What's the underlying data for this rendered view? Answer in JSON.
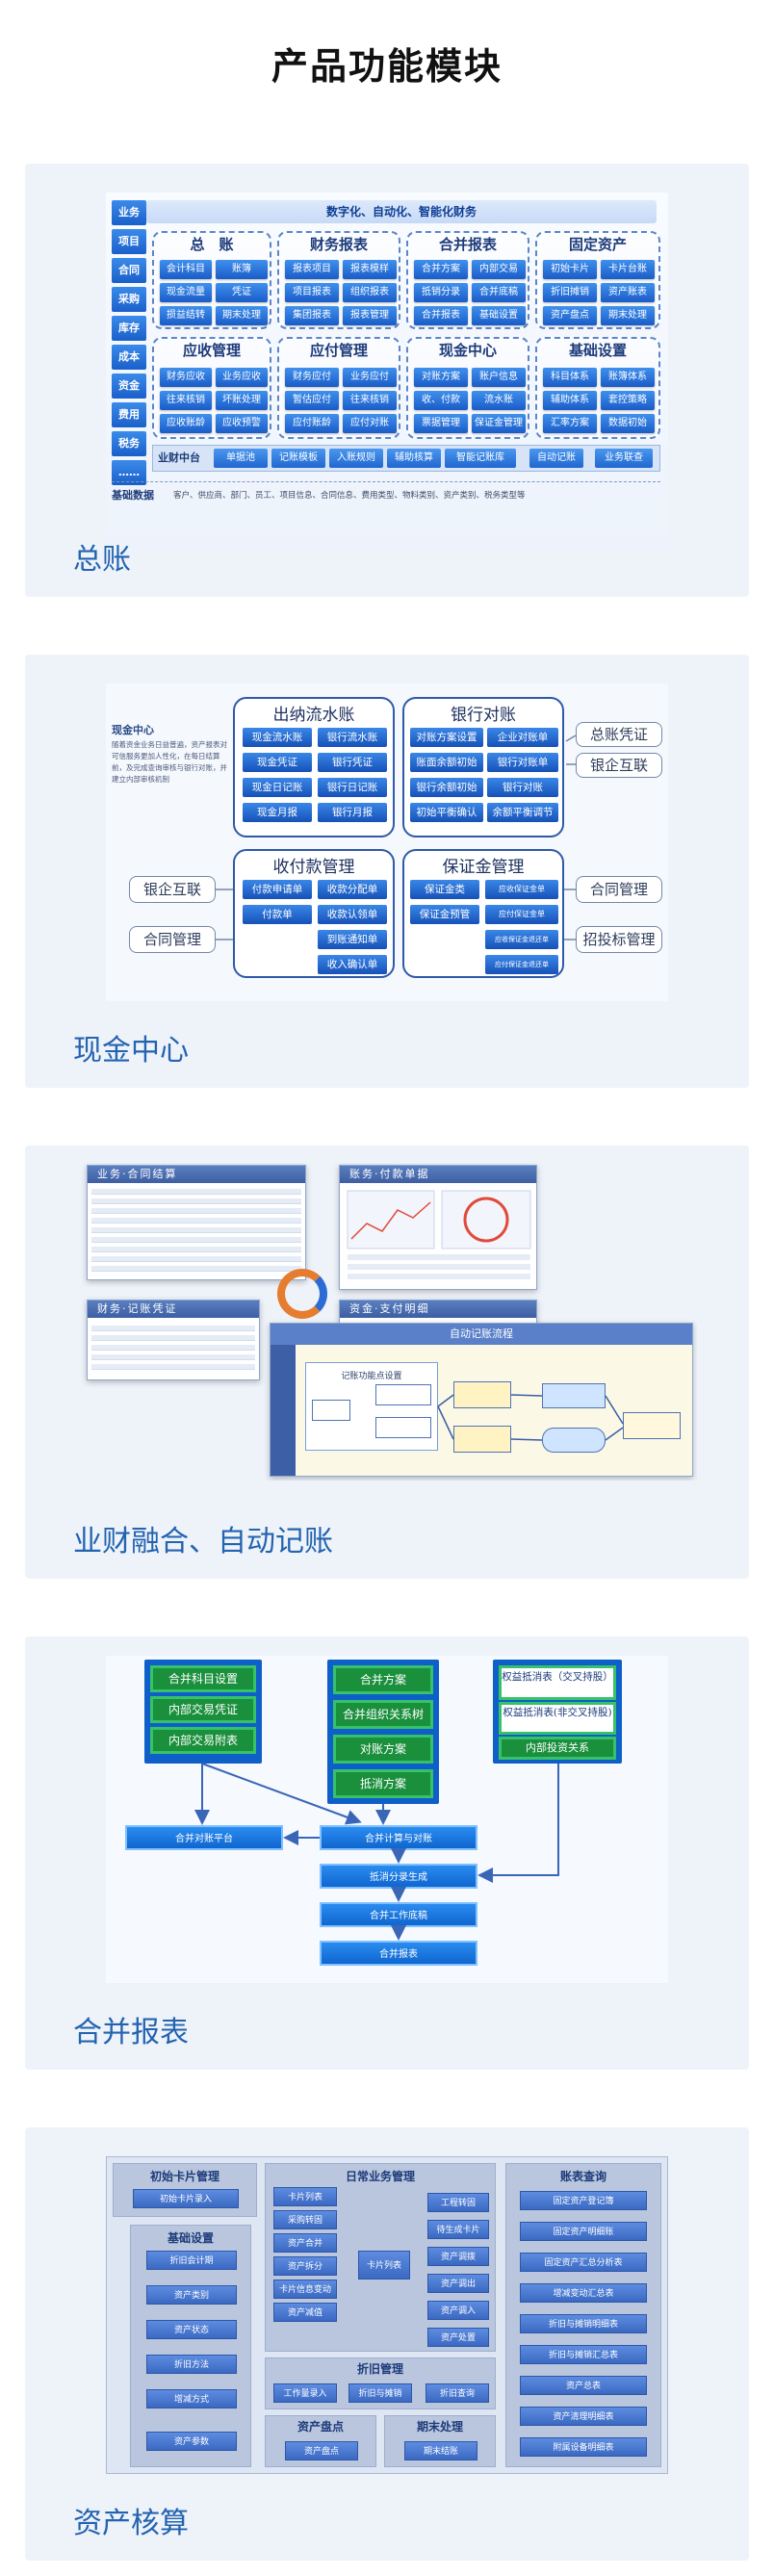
{
  "page": {
    "title": "产品功能模块"
  },
  "sections": [
    {
      "label": "总账"
    },
    {
      "label": "现金中心"
    },
    {
      "label": "业财融合、自动记账"
    },
    {
      "label": "合并报表"
    },
    {
      "label": "资产核算"
    }
  ],
  "gl": {
    "banner": "数字化、自动化、智能化财务",
    "side": [
      "业务",
      "项目",
      "合同",
      "采购",
      "库存",
      "成本",
      "资金",
      "费用",
      "税务",
      "……"
    ],
    "modules": [
      {
        "title": "总　账",
        "items": [
          "会计科目",
          "账簿",
          "现金流量",
          "凭证",
          "损益结转",
          "期末处理"
        ]
      },
      {
        "title": "财务报表",
        "items": [
          "报表项目",
          "报表模样",
          "项目报表",
          "组织报表",
          "集团报表",
          "报表管理"
        ]
      },
      {
        "title": "合并报表",
        "items": [
          "合并方案",
          "内部交易",
          "抵销分录",
          "合并底稿",
          "合并报表",
          "基础设置"
        ]
      },
      {
        "title": "固定资产",
        "items": [
          "初始卡片",
          "卡片台账",
          "折旧摊销",
          "资产账表",
          "资产盘点",
          "期末处理"
        ]
      },
      {
        "title": "应收管理",
        "items": [
          "财务应收",
          "业务应收",
          "往来核销",
          "坏账处理",
          "应收账龄",
          "应收预警"
        ]
      },
      {
        "title": "应付管理",
        "items": [
          "财务应付",
          "业务应付",
          "暂估应付",
          "往来核销",
          "应付账龄",
          "应付对账"
        ]
      },
      {
        "title": "现金中心",
        "items": [
          "对账方案",
          "账户信息",
          "收、付款",
          "流水账",
          "票据管理",
          "保证金管理"
        ]
      },
      {
        "title": "基础设置",
        "items": [
          "科目体系",
          "账簿体系",
          "辅助体系",
          "套控策略",
          "汇率方案",
          "数据初始"
        ]
      }
    ],
    "bottom_bar": {
      "label": "业财中台",
      "items": [
        "单据池",
        "记账模板",
        "入账规则",
        "辅助核算",
        "智能记账库",
        "自动记账",
        "业务联查"
      ]
    },
    "foot": {
      "label": "基础数据",
      "text": "客户、供应商、部门、员工、项目信息、合同信息、费用类型、物料类别、资产类别、税务类型等"
    }
  },
  "cash": {
    "intro_title": "现金中心",
    "intro_text": "随着资金业务日益普遍，资产报表对可信服务更加人性化，在每日结算前，及完成查询审核与银行对账，并建立内部审核机制",
    "boxes": [
      {
        "title": "出纳流水账",
        "items": [
          "现金流水账",
          "银行流水账",
          "现金凭证",
          "银行凭证",
          "现金日记账",
          "银行日记账",
          "现金月报",
          "银行月报"
        ]
      },
      {
        "title": "银行对账",
        "items": [
          "对账方案设置",
          "企业对账单",
          "账面余额初始",
          "银行对账单",
          "银行余额初始",
          "银行对账",
          "初始平衡确认",
          "余额平衡调节"
        ]
      },
      {
        "title": "收付款管理",
        "items": [
          "付款申请单",
          "收款分配单",
          "付款单",
          "收款认领单",
          "到账通知单",
          "收入确认单"
        ]
      },
      {
        "title": "保证金管理",
        "items": [
          "保证金类",
          "应收保证金单",
          "保证金预管",
          "应付保证金单",
          "应收保证金退还单",
          "应付保证金退还单"
        ]
      }
    ],
    "side": [
      "总账凭证",
      "银企互联",
      "银企互联",
      "合同管理",
      "合同管理",
      "招投标管理"
    ]
  },
  "auto": {
    "windows": [
      "业务·合同结算",
      "账务·付款单据",
      "财务·记账凭证",
      "资金·支付明细"
    ],
    "main_window": "自动记账流程",
    "flow": {
      "title": "记账功能点设置"
    }
  },
  "consolidation": {
    "left": [
      "合并科目设置",
      "内部交易凭证",
      "内部交易附表"
    ],
    "middle": [
      "合并方案",
      "合并组织关系树",
      "对账方案",
      "抵消方案"
    ],
    "right": [
      "权益抵消表（交叉持股）",
      "权益抵消表(非交叉持股)",
      "内部投资关系"
    ],
    "flow": [
      "合并对账平台",
      "合并计算与对账",
      "抵消分录生成",
      "合并工作底稿",
      "合并报表"
    ]
  },
  "asset": {
    "panels": {
      "init": {
        "title": "初始卡片管理",
        "items": [
          "初始卡片录入"
        ]
      },
      "base": {
        "title": "基础设置",
        "items": [
          "折旧会计期",
          "资产类别",
          "资产状态",
          "折旧方法",
          "增减方式",
          "资产参数"
        ]
      },
      "daily": {
        "title": "日常业务管理",
        "items": [
          "卡片列表",
          "卡片列表",
          "采购转固",
          "工程转固",
          "资产合并",
          "待生成卡片",
          "资产拆分",
          "资产调拨",
          "卡片信息变动",
          "资产调出",
          "资产减值",
          "资产调入",
          "资产处置"
        ]
      },
      "depr": {
        "title": "折旧管理",
        "items": [
          "工作量录入",
          "折旧与摊销",
          "折旧查询"
        ]
      },
      "count": {
        "title": "资产盘点",
        "items": [
          "资产盘点"
        ]
      },
      "period": {
        "title": "期末处理",
        "items": [
          "期末结账"
        ]
      },
      "report": {
        "title": "账表查询",
        "items": [
          "固定资产登记簿",
          "固定资产明细账",
          "固定资产汇总分析表",
          "增减变动汇总表",
          "折旧与摊销明细表",
          "折旧与摊销汇总表",
          "资产总表",
          "资产清理明细表",
          "附属设备明细表"
        ]
      }
    }
  }
}
